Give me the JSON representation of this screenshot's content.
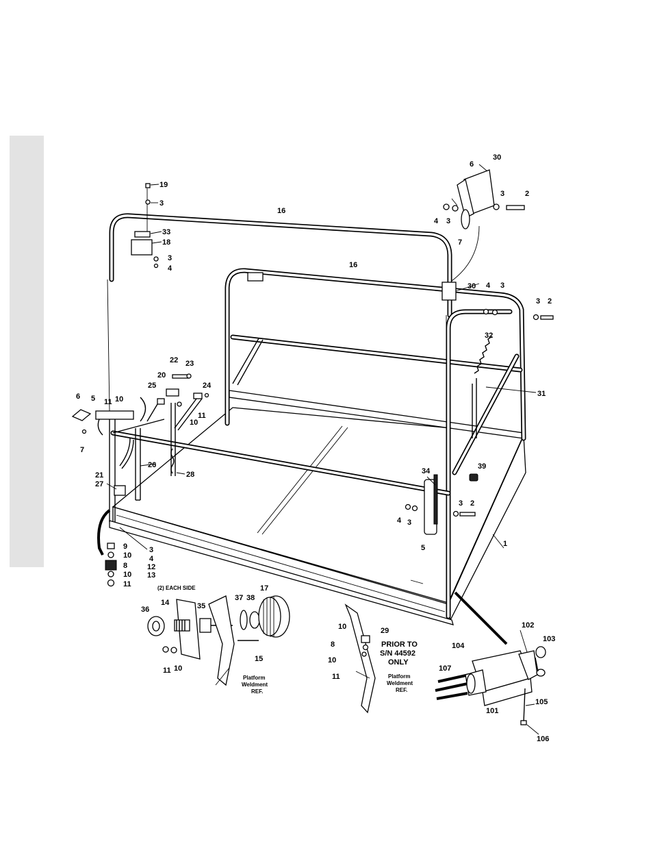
{
  "labels": {
    "l19": "19",
    "l3a": "3",
    "l16a": "16",
    "l33": "33",
    "l18": "18",
    "l3b": "3",
    "l4a": "4",
    "l6a": "6",
    "l30a": "30",
    "l3c": "3",
    "l2a": "2",
    "l4b": "4",
    "l3d": "3",
    "l7a": "7",
    "l16b": "16",
    "l30b": "30",
    "l4c": "4",
    "l3e": "3",
    "l3f": "3",
    "l2b": "2",
    "l32": "32",
    "l31": "31",
    "l22": "22",
    "l23": "23",
    "l20": "20",
    "l25": "25",
    "l24": "24",
    "l11a": "11",
    "l10a": "10",
    "l6b": "6",
    "l5a": "5",
    "l11b": "11",
    "l10b": "10",
    "l7b": "7",
    "l26": "26",
    "l28": "28",
    "l21": "21",
    "l27": "27",
    "l34": "34",
    "l39": "39",
    "l3g": "3",
    "l2c": "2",
    "l4d": "4",
    "l3h": "3",
    "l5b": "5",
    "l1": "1",
    "l3i": "3",
    "l4e": "4",
    "l12": "12",
    "l13": "13",
    "l9": "9",
    "l10c": "10",
    "l8a": "8",
    "l10d": "10",
    "l11c": "11",
    "l17": "17",
    "l37": "37",
    "l38": "38",
    "l14": "14",
    "l35": "35",
    "l36": "36",
    "l15": "15",
    "l11d": "11",
    "l10e": "10",
    "l10f": "10",
    "l29": "29",
    "l8b": "8",
    "l10g": "10",
    "l11e": "11",
    "l102": "102",
    "l103": "103",
    "l104": "104",
    "l107": "107",
    "l101": "101",
    "l105": "105",
    "l106": "106"
  },
  "notes": {
    "each_side": "(2) EACH SIDE",
    "prior_1": "PRIOR TO",
    "prior_2": "S/N 44592",
    "prior_3": "ONLY",
    "ref_a_1": "Platform",
    "ref_a_2": "Weldment",
    "ref_a_3": "REF.",
    "ref_b_1": "Platform",
    "ref_b_2": "Weldment",
    "ref_b_3": "REF."
  }
}
